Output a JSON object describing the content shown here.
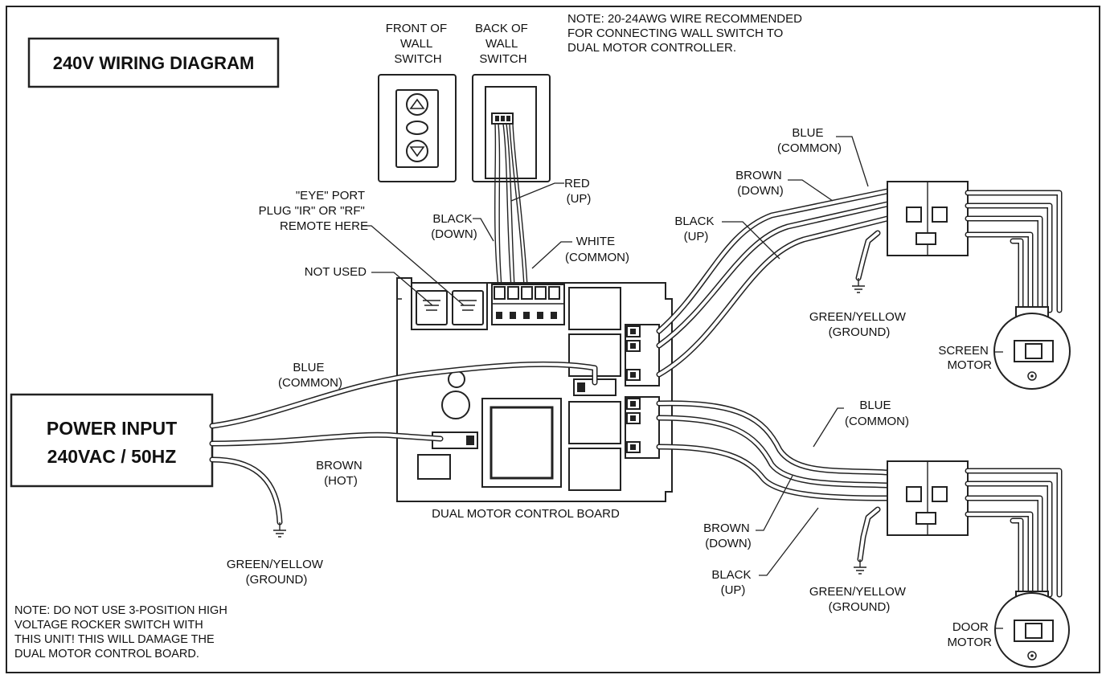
{
  "title": "240V WIRING DIAGRAM",
  "switch": {
    "front_label": [
      "FRONT OF",
      "WALL",
      "SWITCH"
    ],
    "back_label": [
      "BACK OF",
      "WALL",
      "SWITCH"
    ]
  },
  "note_top": [
    "NOTE: 20-24AWG WIRE RECOMMENDED",
    "FOR CONNECTING WALL SWITCH TO",
    "DUAL MOTOR CONTROLLER."
  ],
  "eye_port": [
    "\"EYE\" PORT",
    "PLUG \"IR\" OR \"RF\"",
    "REMOTE HERE"
  ],
  "not_used": "NOT USED",
  "switch_wires": {
    "black": [
      "BLACK",
      "(DOWN)"
    ],
    "red": [
      "RED",
      "(UP)"
    ],
    "white": [
      "WHITE",
      "(COMMON)"
    ]
  },
  "power": {
    "line1": "POWER INPUT",
    "line2": "240VAC / 50HZ",
    "blue": [
      "BLUE",
      "(COMMON)"
    ],
    "brown": [
      "BROWN",
      "(HOT)"
    ],
    "ground": [
      "GREEN/YELLOW",
      "(GROUND)"
    ]
  },
  "board_label": "DUAL MOTOR CONTROL BOARD",
  "screen": {
    "blue": [
      "BLUE",
      "(COMMON)"
    ],
    "brown": [
      "BROWN",
      "(DOWN)"
    ],
    "black": [
      "BLACK",
      "(UP)"
    ],
    "ground": [
      "GREEN/YELLOW",
      "(GROUND)"
    ],
    "motor": [
      "SCREEN",
      "MOTOR"
    ]
  },
  "door": {
    "blue": [
      "BLUE",
      "(COMMON)"
    ],
    "brown": [
      "BROWN",
      "(DOWN)"
    ],
    "black": [
      "BLACK",
      "(UP)"
    ],
    "ground": [
      "GREEN/YELLOW",
      "(GROUND)"
    ],
    "motor": [
      "DOOR",
      "MOTOR"
    ]
  },
  "note_bottom": [
    "NOTE: DO NOT USE 3-POSITION HIGH",
    "VOLTAGE ROCKER SWITCH WITH",
    "THIS UNIT! THIS WILL DAMAGE THE",
    "DUAL MOTOR CONTROL BOARD."
  ]
}
